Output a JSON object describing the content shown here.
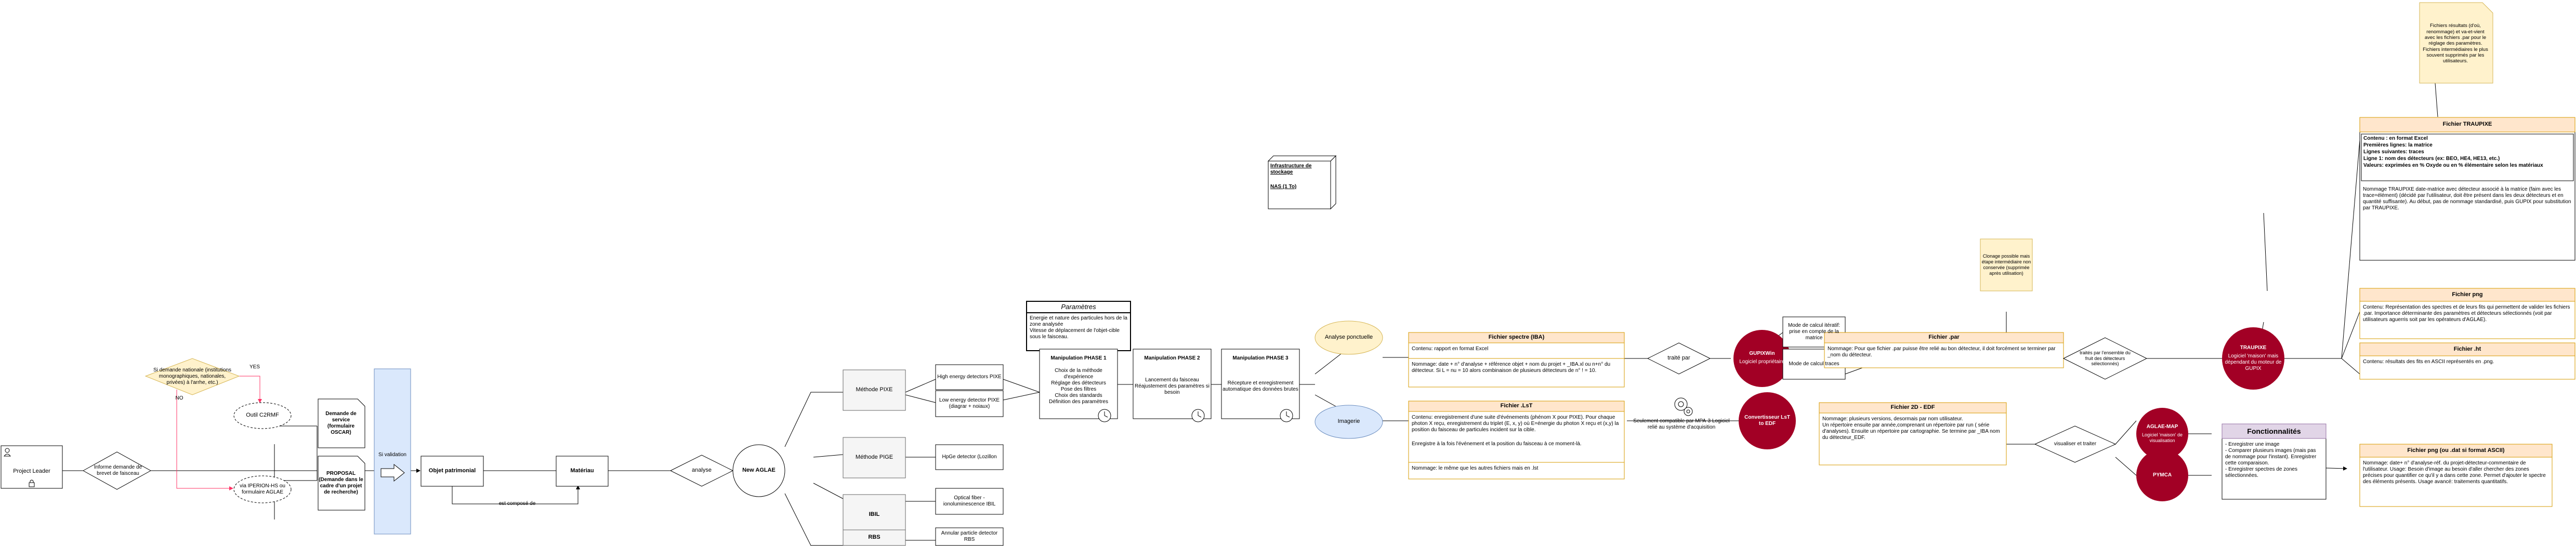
{
  "nodes": {
    "project_leader": "Project Leader",
    "informe_demande": "Informe demande de brevet de faisceau",
    "demande_nationale": "Si demande nationale (institutions monographiques, nationales, privées) à l'arrhe, etc.)",
    "yes": "YES",
    "no": "NO",
    "outil_c2rmf": "Outil C2RMF",
    "via_iperion": "via IPERION-HS ou formulaire AGLAE",
    "demande_service": "Demande de service (formulaire OSCAR)",
    "proposal": "PROPOSAL (Demande dans le cadre d'un projet de recherche)",
    "validation": "Si validation",
    "objet_patrimonial": "Objet patrimonial",
    "est_compose_de": "est composé de",
    "materiau": "Matériau",
    "analyse": "analyse",
    "new_aglae": "New AGLAE",
    "methode_pixe": "Méthode PIXE",
    "methode_pige": "Méthode PIGE",
    "ibil": "IBIL",
    "rbs": "RBS",
    "he_detectors": "High energy detectors PIXE",
    "le_detector": "Low energy detector PIXE (diagrar + noiaux)",
    "hpge": "HpGe detector (Lozillon",
    "optical_fiber": "Optical fiber - ionoluminescence IBIL",
    "annular": "Annular particle detector RBS",
    "parametres_title": "Paramètres",
    "parametres_body": "Energie et nature des particules hors de la zone analysée\nVitesse de déplacement de l'objet-cible sous le faisceau.",
    "manip1_title": "Manipulation PHASE 1",
    "manip1_body": "Choix de la méthode d'expérience\nRéglage des détecteurs\nPose des filtres\nChoix des standards\nDéfinition des paramètres",
    "manip2_title": "Manipulation PHASE 2",
    "manip2_body": "Lancement du faisceau\nRéajustement des paramètres si besoin",
    "manip3_title": "Manipulation PHASE 3",
    "manip3_body": "Récepture et enregistrement automatique des données brutes",
    "analyse_ponctuelle": "Analyse ponctuelle",
    "imagerie": "Imagerie",
    "infra_stockage": "Infrastructure de stockage",
    "nas": "NAS (1 To)",
    "clonage": "Clonage possible mais étape intermédiaire non conservée (supprimée après utilisation)",
    "fichier_spectre_title": "Fichier spectre (IBA)",
    "fichier_spectre_l1": "Contenu: rapport en format Excel",
    "fichier_spectre_l2": "Nommage: date + n° d'analyse + référence objet + nom du projet + _IBA.xl ou n+n° du détecteur. Si L = nu = 10 alors combinaison de plusieurs détecteurs de n° ! = 10.",
    "fichier_lst_title": "Fichier .LsT",
    "fichier_lst_l1": "Contenu: enregistrement d'une suite d'événements (phénom X pour PIXE). Pour chaque photon X reçu, enregistrement du triplet (E, x, y) où E=énergie du photon X reçu et (x,y) la position du faisceau de particules incident sur la cible.",
    "fichier_lst_l2": "Enregistre à la fois l'événement et la position du faisceau à ce moment-là.",
    "fichier_lst_l3": "Nommage: le même que les autres fichiers mais en .lst",
    "traite_par": "traité par",
    "seulement_compatible": "Seulement compatible par MPA-3 Logiciel relié au système d'acquisition",
    "gupix": "GUPIXWin",
    "gupix_sub": "Logiciel propriétaire",
    "convertisseur": "Convertisseur LsT to EDF",
    "mode_calcul1": "Mode de calcul itératif: prise en compte de la matrice",
    "mode_calcul2": "Mode de calcul traces",
    "fichier_par_title": "Fichier .par",
    "fichier_par_body": "Nommage: Pour que fichier .par puisse être relié au bon détecteur, il doit forcément se terminer par _nom du détecteur.",
    "fichier_2d_title": "Fichier 2D - EDF",
    "fichier_2d_body": "Nommage: plusieurs versions, desormais par nom utilisateur.\nUn répertoire ensuite par année,comprenant un répertoire par run ( série d'analyses). Ensuite un répertoire par cartographie. Se termine par _IBA nom du détecteur_EDF.",
    "traites_par_ensemble": "traités par l'ensemble du fruit des détecteurs sélectionnés)",
    "visualiser_traiter": "visualiser et traiter",
    "traupixe": "TRAUPIXE",
    "traupixe_sub": "Logiciel 'maison' mais dépendant du moteur de GUPIX",
    "aglae_map": "AGLAE-MAP",
    "aglae_map_sub": "Logiciel 'maison' de visualisation",
    "pymca": "PYMCA",
    "fonctionnalites_title": "Fonctionnalités",
    "fonctionnalites_body": "- Enregistrer une image\n- Comparer plusieurs images (mais pas de nommage pour l'instant). Enregistrer cette comparaison.\n- Enregistrer spectres de zones sélectionnées.",
    "note_top": "Fichiers résultats (d'où, renommage) et va-et-vient avec les fichiers .par pour le réglage des paramètres. Fichiers intermédiaires le plus souvent supprimés par les utilisateurs.",
    "fichier_traupixe_title": "Fichier TRAUPIXE",
    "fichier_traupixe_l1": "Contenu : en format Excel",
    "fichier_traupixe_l2": "Premières lignes: la matrice",
    "fichier_traupixe_l3": "Lignes suivantes: traces",
    "fichier_traupixe_l4": "Ligne 1: nom des détecteurs (ex: BEO, HE4, HE13, etc.)",
    "fichier_traupixe_l5": "Valeurs: exprimées en % Oxyde ou en % élémentaire selon les matériaux",
    "fichier_traupixe_l6": "Nommage TRAUPIXE date-matrice avec détecteur associé à la matrice (faim avec les trace=élément) (décidé par l'utilisateur, doit être présent dans les deux détecteurs et en quantité suffisante). Au début, pas de nommage standardisé, puis GUPIX pour substitution par TRAUPIXE.",
    "fichier_png_title": "Fichier png",
    "fichier_png_body": "Contenu: Représentation des spectres et de leurs fits qui permettent de valider les fichiers .par. Importance déterminante des paramètres et détecteurs sélectionnés (voit par utilisateurs aguerris soit par les opérateurs d'AGLAE).",
    "fichier_ht_title": "Fichier .ht",
    "fichier_ht_body": "Contenu: résultats des fits en ASCII représentés en .png.",
    "fichier_png_asc_title": "Fichier png (ou .dat si format ASCII)",
    "fichier_png_asc_body": "Nommage: date+ n° d'analyse-réf. du projet-détecteur-commentaire de l'utilisateur. Usage: Besoin d'image au besoin d'aller chercher des zones précises pour quantifier ce qu'il y a dans cette zone. Permet d'ajouter le spectre des éléments présents. Usage avancé: traitements quantitatifs."
  },
  "colors": {
    "note_yellow": "#fff2cc",
    "note_yellow_border": "#d6b656",
    "orange_fill": "#ffe6cc",
    "orange_border": "#d79b00",
    "blue_fill": "#dae8fc",
    "blue_border": "#6c8ebf",
    "red_fill": "#a20025",
    "purple_fill": "#e1d5e7",
    "purple_border": "#9673a6",
    "gray_fill": "#f5f5f5",
    "gray_border": "#666666",
    "pink_line": "#ff3366"
  }
}
